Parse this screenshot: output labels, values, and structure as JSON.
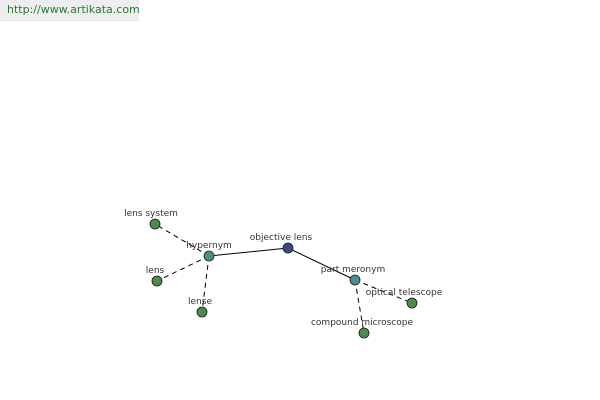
{
  "header": {
    "url": "http://www.artikata.com"
  },
  "graph": {
    "nodes": [
      {
        "id": "objective-lens",
        "label": "objective lens",
        "role": "center",
        "color": "#3b4a86"
      },
      {
        "id": "hypernym",
        "label": "hypernym",
        "role": "relation",
        "color": "#4f8d8d"
      },
      {
        "id": "part-meronym",
        "label": "part meronym",
        "role": "relation",
        "color": "#4f8d8d"
      },
      {
        "id": "lens-system",
        "label": "lens system",
        "role": "term",
        "color": "#4d8a4d"
      },
      {
        "id": "lens",
        "label": "lens",
        "role": "term",
        "color": "#4d8a4d"
      },
      {
        "id": "lense",
        "label": "lense",
        "role": "term",
        "color": "#4d8a4d"
      },
      {
        "id": "optical-telescope",
        "label": "optical telescope",
        "role": "term",
        "color": "#4d8a4d"
      },
      {
        "id": "compound-microscope",
        "label": "compound microscope",
        "role": "term",
        "color": "#4d8a4d"
      }
    ],
    "edges": [
      {
        "from": "objective-lens",
        "to": "hypernym",
        "style": "solid"
      },
      {
        "from": "objective-lens",
        "to": "part-meronym",
        "style": "solid"
      },
      {
        "from": "hypernym",
        "to": "lens-system",
        "style": "dashed"
      },
      {
        "from": "hypernym",
        "to": "lens",
        "style": "dashed"
      },
      {
        "from": "hypernym",
        "to": "lense",
        "style": "dashed"
      },
      {
        "from": "part-meronym",
        "to": "optical-telescope",
        "style": "dashed"
      },
      {
        "from": "part-meronym",
        "to": "compound-microscope",
        "style": "dashed"
      }
    ]
  }
}
